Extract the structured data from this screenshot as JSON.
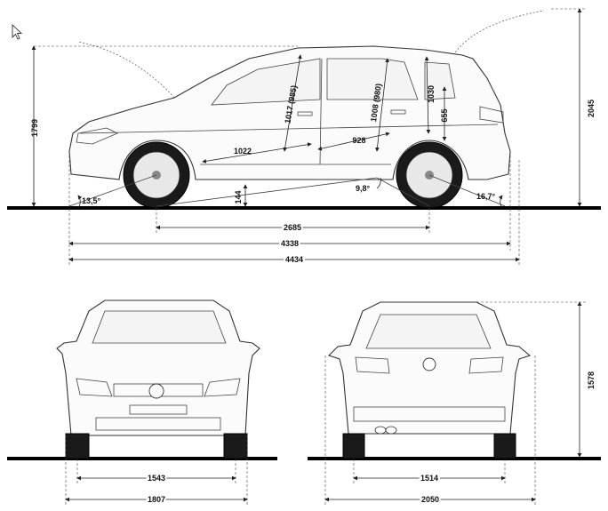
{
  "side_view": {
    "dims": {
      "height": "1799",
      "height_open": "2045",
      "headroom_front": "1017 (985)",
      "headroom_rear": "1008 (980)",
      "boot_height": "1030",
      "boot_sill": "655",
      "front_legroom": "1022",
      "rear_legroom": "928",
      "ground_clearance": "144",
      "approach_angle": "13,5°",
      "ramp_angle": "9,8°",
      "departure_angle": "16,7°",
      "wheelbase": "2685",
      "length_a": "4338",
      "length_b": "4434"
    }
  },
  "front_view": {
    "dims": {
      "track": "1543",
      "width": "1807"
    }
  },
  "rear_view": {
    "dims": {
      "track": "1514",
      "width_mirrors": "2050",
      "height": "1578"
    }
  },
  "icons": {
    "cursor": "mouse-pointer-icon"
  }
}
